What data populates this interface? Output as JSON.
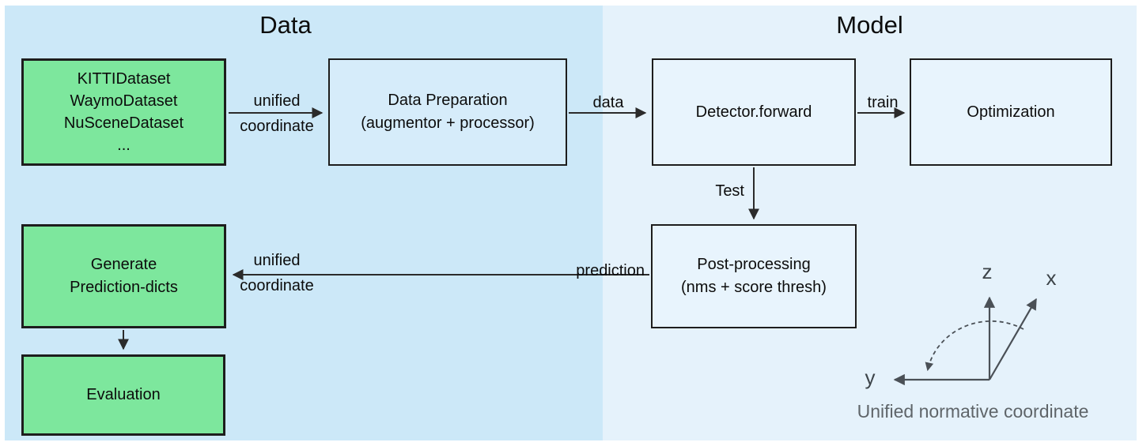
{
  "panels": {
    "data": {
      "label": "Data"
    },
    "model": {
      "label": "Model"
    }
  },
  "boxes": {
    "datasets": {
      "lines": [
        "KITTIDataset",
        "WaymoDataset",
        "NuSceneDataset",
        "..."
      ]
    },
    "data_preparation": {
      "lines": [
        "Data Preparation",
        "(augmentor + processor)"
      ]
    },
    "detector": {
      "lines": [
        "Detector.forward"
      ]
    },
    "optimization": {
      "lines": [
        "Optimization"
      ]
    },
    "post_processing": {
      "lines": [
        "Post-processing",
        "(nms + score thresh)"
      ]
    },
    "generate": {
      "lines": [
        "Generate",
        "Prediction-dicts"
      ]
    },
    "evaluation": {
      "lines": [
        "Evaluation"
      ]
    }
  },
  "edges": {
    "unified_top": {
      "line1": "unified",
      "line2": "coordinate"
    },
    "data_label": "data",
    "train_label": "train",
    "test_label": "Test",
    "prediction_label": "prediction",
    "unified_bottom": {
      "line1": "unified",
      "line2": "coordinate"
    }
  },
  "axes": {
    "z_label": "z",
    "x_label": "x",
    "y_label": "y",
    "caption": "Unified normative coordinate"
  },
  "colors": {
    "panel_data_bg": "#cce8f8",
    "panel_model_bg": "#e5f2fb",
    "green_box_fill": "#7de79d",
    "blue_box_fill_left": "#d6ecfa",
    "blue_box_fill_right": "#e8f4fd",
    "box_border": "#1d1d1d",
    "arrow": "#2b2b2b",
    "axes": "#4a5056",
    "caption_text": "#5f6569",
    "text": "#111111"
  }
}
